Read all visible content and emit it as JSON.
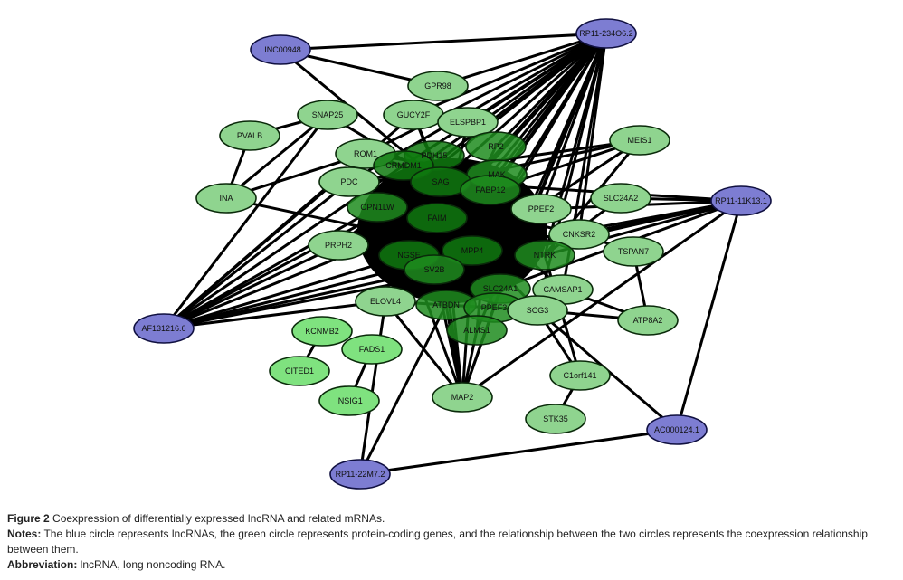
{
  "colors": {
    "lncrna": "#7d7dd2",
    "gene_light": "#8fd48f",
    "gene_bright": "#7fe27f",
    "gene_dark": "#1f8c1f",
    "gene_darker": "#0f7a0f",
    "edge": "#000000",
    "stroke": "#0a2a0a"
  },
  "nodes": [
    {
      "id": "LINC00948",
      "type": "lncrna"
    },
    {
      "id": "RP11-234O6.2",
      "type": "lncrna"
    },
    {
      "id": "RP11-11K13.1",
      "type": "lncrna"
    },
    {
      "id": "AF131216.6",
      "type": "lncrna"
    },
    {
      "id": "AC000124.1",
      "type": "lncrna"
    },
    {
      "id": "RP11-22M7.2",
      "type": "lncrna"
    },
    {
      "id": "GPR98",
      "type": "gene_light"
    },
    {
      "id": "SNAP25",
      "type": "gene_light"
    },
    {
      "id": "GUCY2F",
      "type": "gene_light"
    },
    {
      "id": "ELSPBP1",
      "type": "gene_light"
    },
    {
      "id": "PVALB",
      "type": "gene_light"
    },
    {
      "id": "MEIS1",
      "type": "gene_light"
    },
    {
      "id": "ROM1",
      "type": "gene_light"
    },
    {
      "id": "RP2",
      "type": "gene_dark"
    },
    {
      "id": "PDH15",
      "type": "gene_darker"
    },
    {
      "id": "CRMDM1",
      "type": "gene_darker"
    },
    {
      "id": "MAK",
      "type": "gene_dark"
    },
    {
      "id": "PDC",
      "type": "gene_light"
    },
    {
      "id": "SAG",
      "type": "gene_darker"
    },
    {
      "id": "FABP12",
      "type": "gene_dark"
    },
    {
      "id": "INA",
      "type": "gene_light"
    },
    {
      "id": "SLC24A2",
      "type": "gene_light"
    },
    {
      "id": "OPN1LW",
      "type": "gene_dark"
    },
    {
      "id": "PPEF2",
      "type": "gene_light"
    },
    {
      "id": "FAIM",
      "type": "gene_darker"
    },
    {
      "id": "CNKSR2",
      "type": "gene_light"
    },
    {
      "id": "PRPH2",
      "type": "gene_light"
    },
    {
      "id": "TSPAN7",
      "type": "gene_light"
    },
    {
      "id": "MPP4",
      "type": "gene_darker"
    },
    {
      "id": "NGSE",
      "type": "gene_darker"
    },
    {
      "id": "NTRK",
      "type": "gene_dark"
    },
    {
      "id": "SV2B",
      "type": "gene_dark"
    },
    {
      "id": "SLC24A1",
      "type": "gene_dark"
    },
    {
      "id": "CAMSAP1",
      "type": "gene_light"
    },
    {
      "id": "ELOVL4",
      "type": "gene_light"
    },
    {
      "id": "ATBDN",
      "type": "gene_dark"
    },
    {
      "id": "PPEF3",
      "type": "gene_dark"
    },
    {
      "id": "SCG3",
      "type": "gene_light"
    },
    {
      "id": "ATP8A2",
      "type": "gene_light"
    },
    {
      "id": "ALMS1",
      "type": "gene_dark"
    },
    {
      "id": "KCNMB2",
      "type": "gene_bright"
    },
    {
      "id": "FADS1",
      "type": "gene_bright"
    },
    {
      "id": "CITED1",
      "type": "gene_bright"
    },
    {
      "id": "INSIG1",
      "type": "gene_bright"
    },
    {
      "id": "C1orf141",
      "type": "gene_light"
    },
    {
      "id": "MAP2",
      "type": "gene_light"
    },
    {
      "id": "STK35",
      "type": "gene_light"
    }
  ],
  "edges": [
    [
      "LINC00948",
      "RP11-234O6.2"
    ],
    [
      "LINC00948",
      "GPR98"
    ],
    [
      "LINC00948",
      "SAG"
    ],
    [
      "SNAP25",
      "PVALB"
    ],
    [
      "SNAP25",
      "INA"
    ],
    [
      "SNAP25",
      "AF131216.6"
    ],
    [
      "SNAP25",
      "SAG"
    ],
    [
      "PVALB",
      "INA"
    ],
    [
      "INA",
      "ROM1"
    ],
    [
      "INA",
      "MPP4"
    ],
    [
      "RP11-234O6.2",
      "GPR98"
    ],
    [
      "RP11-234O6.2",
      "GUCY2F"
    ],
    [
      "RP11-234O6.2",
      "ELSPBP1"
    ],
    [
      "RP11-234O6.2",
      "ROM1"
    ],
    [
      "RP11-234O6.2",
      "PDH15"
    ],
    [
      "RP11-234O6.2",
      "CRMDM1"
    ],
    [
      "RP11-234O6.2",
      "RP2"
    ],
    [
      "RP11-234O6.2",
      "MAK"
    ],
    [
      "RP11-234O6.2",
      "SAG"
    ],
    [
      "RP11-234O6.2",
      "FABP12"
    ],
    [
      "RP11-234O6.2",
      "PDC"
    ],
    [
      "RP11-234O6.2",
      "OPN1LW"
    ],
    [
      "RP11-234O6.2",
      "FAIM"
    ],
    [
      "RP11-234O6.2",
      "MPP4"
    ],
    [
      "RP11-234O6.2",
      "NGSE"
    ],
    [
      "RP11-234O6.2",
      "SV2B"
    ],
    [
      "RP11-234O6.2",
      "PRPH2"
    ],
    [
      "RP11-234O6.2",
      "PPEF2"
    ],
    [
      "RP11-234O6.2",
      "NTRK"
    ],
    [
      "RP11-234O6.2",
      "SLC24A1"
    ],
    [
      "RP11-234O6.2",
      "CNKSR2"
    ],
    [
      "RP11-234O6.2",
      "ELOVL4"
    ],
    [
      "RP11-234O6.2",
      "ATBDN"
    ],
    [
      "RP11-234O6.2",
      "PPEF3"
    ],
    [
      "RP11-234O6.2",
      "ALMS1"
    ],
    [
      "RP11-234O6.2",
      "SCG3"
    ],
    [
      "RP11-234O6.2",
      "CAMSAP1"
    ],
    [
      "MEIS1",
      "SAG"
    ],
    [
      "MEIS1",
      "PDC"
    ],
    [
      "MEIS1",
      "FABP12"
    ],
    [
      "MEIS1",
      "MPP4"
    ],
    [
      "MEIS1",
      "NTRK"
    ],
    [
      "RP11-11K13.1",
      "SAG"
    ],
    [
      "RP11-11K13.1",
      "SLC24A2"
    ],
    [
      "RP11-11K13.1",
      "CNKSR2"
    ],
    [
      "RP11-11K13.1",
      "NTRK"
    ],
    [
      "RP11-11K13.1",
      "MPP4"
    ],
    [
      "RP11-11K13.1",
      "SV2B"
    ],
    [
      "RP11-11K13.1",
      "PPEF2"
    ],
    [
      "RP11-11K13.1",
      "SLC24A1"
    ],
    [
      "RP11-11K13.1",
      "AC000124.1"
    ],
    [
      "RP11-11K13.1",
      "MAP2"
    ],
    [
      "AF131216.6",
      "ROM1"
    ],
    [
      "AF131216.6",
      "PDC"
    ],
    [
      "AF131216.6",
      "OPN1LW"
    ],
    [
      "AF131216.6",
      "FAIM"
    ],
    [
      "AF131216.6",
      "PRPH2"
    ],
    [
      "AF131216.6",
      "NGSE"
    ],
    [
      "AF131216.6",
      "SV2B"
    ],
    [
      "AF131216.6",
      "MPP4"
    ],
    [
      "AF131216.6",
      "SAG"
    ],
    [
      "AF131216.6",
      "CRMDM1"
    ],
    [
      "AF131216.6",
      "ELOVL4"
    ],
    [
      "AF131216.6",
      "GUCY2F"
    ],
    [
      "AF131216.6",
      "NTRK"
    ],
    [
      "TSPAN7",
      "CNKSR2"
    ],
    [
      "TSPAN7",
      "ATP8A2"
    ],
    [
      "SLC24A2",
      "NTRK"
    ],
    [
      "SCG3",
      "ATP8A2"
    ],
    [
      "SCG3",
      "C1orf141"
    ],
    [
      "SCG3",
      "AC000124.1"
    ],
    [
      "CAMSAP1",
      "ATP8A2"
    ],
    [
      "C1orf141",
      "STK35"
    ],
    [
      "C1orf141",
      "NTRK"
    ],
    [
      "MAP2",
      "ALMS1"
    ],
    [
      "MAP2",
      "SAG"
    ],
    [
      "MAP2",
      "MPP4"
    ],
    [
      "MAP2",
      "SV2B"
    ],
    [
      "MAP2",
      "ATBDN"
    ],
    [
      "MAP2",
      "PPEF3"
    ],
    [
      "MAP2",
      "SLC24A1"
    ],
    [
      "MAP2",
      "NGSE"
    ],
    [
      "MAP2",
      "FAIM"
    ],
    [
      "MAP2",
      "ELOVL4"
    ],
    [
      "RP11-22M7.2",
      "AC000124.1"
    ],
    [
      "RP11-22M7.2",
      "ELOVL4"
    ],
    [
      "RP11-22M7.2",
      "ATBDN"
    ],
    [
      "KCNMB2",
      "CITED1"
    ],
    [
      "FADS1",
      "INSIG1"
    ],
    [
      "ROM1",
      "SAG"
    ],
    [
      "ROM1",
      "MAK"
    ],
    [
      "PDC",
      "MAK"
    ],
    [
      "OPN1LW",
      "MPP4"
    ],
    [
      "OPN1LW",
      "FABP12"
    ],
    [
      "FAIM",
      "NTRK"
    ],
    [
      "PRPH2",
      "MPP4"
    ],
    [
      "PRPH2",
      "SAG"
    ],
    [
      "NGSE",
      "FABP12"
    ],
    [
      "SV2B",
      "CNKSR2"
    ],
    [
      "ELOVL4",
      "SCG3"
    ],
    [
      "ELOVL4",
      "MPP4"
    ],
    [
      "ATBDN",
      "SCG3"
    ],
    [
      "PPEF3",
      "SAG"
    ],
    [
      "ALMS1",
      "FABP12"
    ],
    [
      "GUCY2F",
      "SAG"
    ],
    [
      "GUCY2F",
      "MPP4"
    ],
    [
      "ELSPBP1",
      "SV2B"
    ],
    [
      "PDH15",
      "PPEF2"
    ],
    [
      "RP2",
      "SV2B"
    ],
    [
      "CRMDM1",
      "SCG3"
    ],
    [
      "MAK",
      "ELOVL4"
    ],
    [
      "CNKSR2",
      "PDC"
    ],
    [
      "PPEF2",
      "ROM1"
    ],
    [
      "SLC24A1",
      "OPN1LW"
    ],
    [
      "CAMSAP1",
      "SAG"
    ]
  ],
  "caption": {
    "figure_label": "Figure 2",
    "figure_text": " Coexpression of differentially expressed lncRNA and related mRNAs.",
    "notes_label": "Notes:",
    "notes_text": " The blue circle represents lncRNAs, the green circle represents protein-coding genes, and the relationship between the two circles represents the coexpression relationship between them.",
    "abbrev_label": "Abbreviation:",
    "abbrev_text": " lncRNA, long noncoding RNA."
  }
}
